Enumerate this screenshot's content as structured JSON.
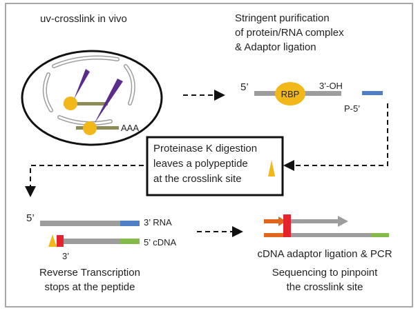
{
  "colors": {
    "frame": "#8a8a8a",
    "strand_gray": "#9d9d9d",
    "strand_olive": "#8c8a55",
    "rbp_yellow": "#f2b81a",
    "purple": "#5a2d8c",
    "blue": "#4f7ec3",
    "green": "#84bb4a",
    "red": "#e4242c",
    "orange": "#e0651d"
  },
  "steps": {
    "crosslink": {
      "title": "uv-crosslink in vivo",
      "poly_a": "AAA"
    },
    "purification": {
      "lines": [
        "Stringent purification",
        "of protein/RNA complex",
        "& Adaptor ligation"
      ],
      "five_prime": "5’",
      "rbp": "RBP",
      "three_prime_oh": "3’-OH",
      "adaptor_p5": "P-5’"
    },
    "proteinase": {
      "lines": [
        "Proteinase K digestion",
        "leaves a polypeptide",
        "at the crosslink site"
      ]
    },
    "reverse_transcription": {
      "rna_5": "5’",
      "rna_3": "3’ RNA",
      "cdna_3": "3’",
      "cdna_5": "5’ cDNA",
      "caption": [
        "Reverse Transcription",
        "stops at the peptide"
      ]
    },
    "sequencing": {
      "caption": [
        "cDNA adaptor ligation & PCR",
        "Sequencing to pinpoint",
        "the crosslink site"
      ]
    }
  }
}
